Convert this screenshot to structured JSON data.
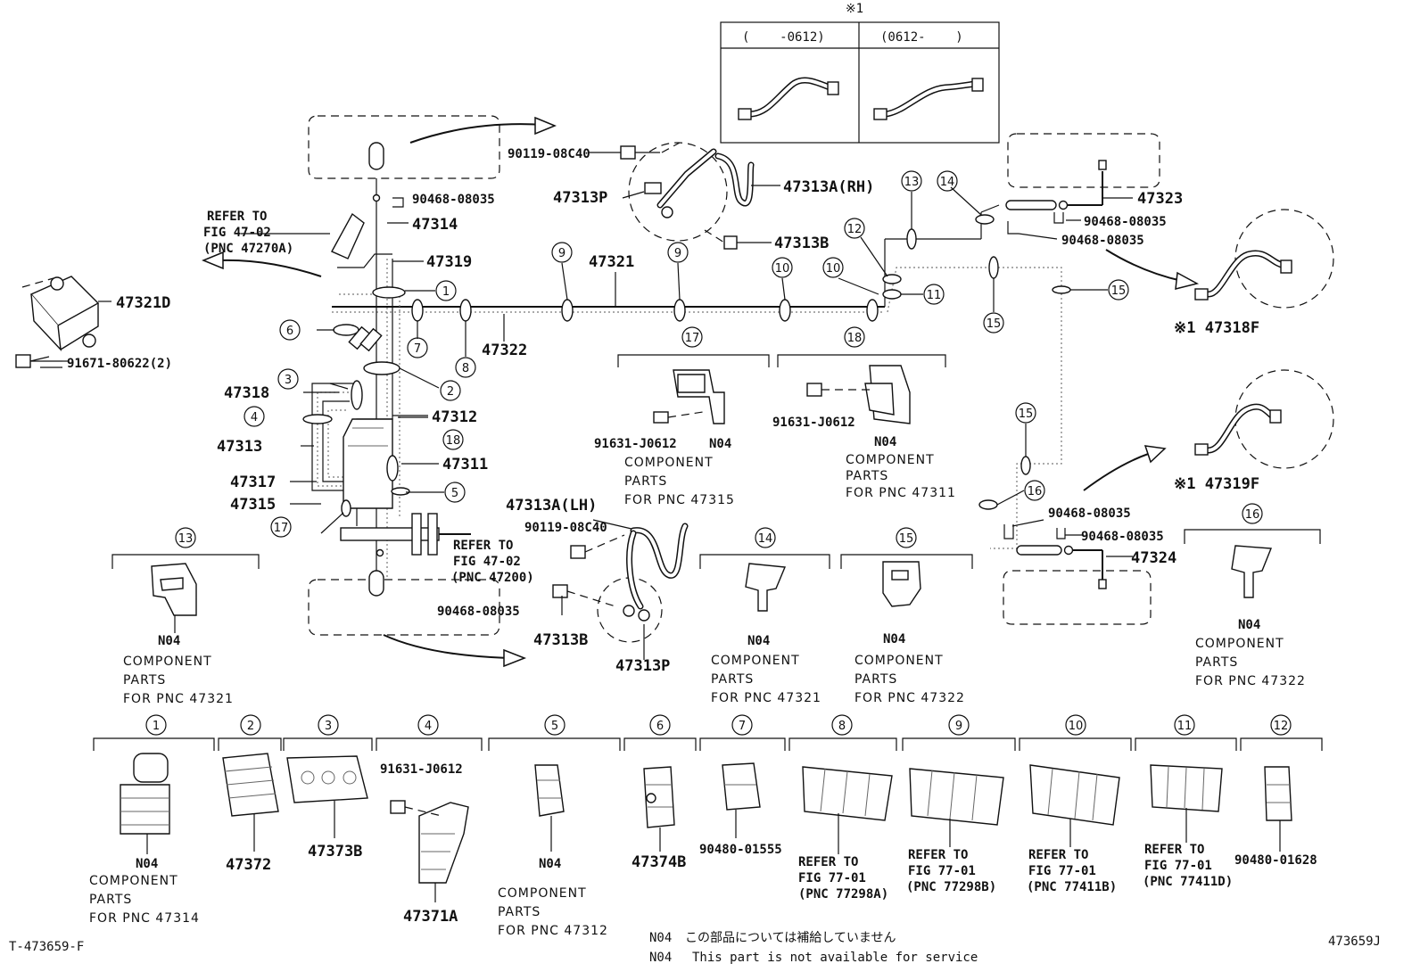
{
  "labels": {
    "p47321D": "47321D",
    "p91671": "91671-80622(2)",
    "refer1_l1": "REFER TO",
    "refer1_l2": "FIG 47-02",
    "refer1_l3": "(PNC 47270A)",
    "p90468_a": "90468-08035",
    "p47314": "47314",
    "p47319": "47319",
    "p47321": "47321",
    "p47322": "47322",
    "p47318": "47318",
    "p47312": "47312",
    "p47313": "47313",
    "p47311": "47311",
    "p47317": "47317",
    "p47315": "47315",
    "p90119_a": "90119-08C40",
    "p47313P_a": "47313P",
    "p47313A_rh": "47313A(RH)",
    "p47313B_a": "47313B",
    "p47323": "47323",
    "p90468_b": "90468-08035",
    "p90468_c": "90468-08035",
    "p47318F": "※1 47318F",
    "p47319F": "※1 47319F",
    "p47313A_lh": "47313A(LH)",
    "p90119_b": "90119-08C40",
    "refer2_l1": "REFER TO",
    "refer2_l2": "FIG 47-02",
    "refer2_l3": "(PNC 47200)",
    "p90468_d": "90468-08035",
    "p47313B_b": "47313B",
    "p47313P_b": "47313P",
    "p90468_e": "90468-08035",
    "p90468_f": "90468-08035",
    "p47324": "47324",
    "p91631_17": "91631-J0612",
    "p91631_18": "91631-J0612",
    "p91631_4": "91631-J0612",
    "inset_mark": "※1",
    "inset_left": "(    -0612)",
    "inset_right": "(0612-    )",
    "p47372": "47372",
    "p47373B": "47373B",
    "p47371A": "47371A",
    "p47374B": "47374B",
    "p90480_01555": "90480-01555",
    "p90480_01628": "90480-01628",
    "ref8_l1": "REFER TO",
    "ref8_l2": "FIG 77-01",
    "ref8_l3": "(PNC 77298A)",
    "ref9_l1": "REFER TO",
    "ref9_l2": "FIG 77-01",
    "ref9_l3": "(PNC 77298B)",
    "ref10_l1": "REFER TO",
    "ref10_l2": "FIG 77-01",
    "ref10_l3": "(PNC 77411B)",
    "ref11_l1": "REFER TO",
    "ref11_l2": "FIG 77-01",
    "ref11_l3": "(PNC 77411D)"
  },
  "components": {
    "c17": {
      "n04": "N04",
      "l1": "COMPONENT",
      "l2": "PARTS",
      "l3": "FOR PNC 47315"
    },
    "c18": {
      "n04": "N04",
      "l1": "COMPONENT",
      "l2": "PARTS",
      "l3": "FOR PNC 47311"
    },
    "c13": {
      "n04": "N04",
      "l1": "COMPONENT",
      "l2": "PARTS",
      "l3": "FOR PNC 47321"
    },
    "c14": {
      "n04": "N04",
      "l1": "COMPONENT",
      "l2": "PARTS",
      "l3": "FOR PNC 47321"
    },
    "c15": {
      "n04": "N04",
      "l1": "COMPONENT",
      "l2": "PARTS",
      "l3": "FOR PNC 47322"
    },
    "c16": {
      "n04": "N04",
      "l1": "COMPONENT",
      "l2": "PARTS",
      "l3": "FOR PNC 47322"
    },
    "c1": {
      "n04": "N04",
      "l1": "COMPONENT",
      "l2": "PARTS",
      "l3": "FOR PNC 47314"
    },
    "c5": {
      "n04": "N04",
      "l1": "COMPONENT",
      "l2": "PARTS",
      "l3": "FOR PNC 47312"
    }
  },
  "circled": {
    "n1": "1",
    "n2": "2",
    "n3": "3",
    "n4": "4",
    "n5": "5",
    "n6": "6",
    "n7": "7",
    "n8": "8",
    "n9": "9",
    "n10": "10",
    "n11": "11",
    "n12": "12",
    "n13": "13",
    "n14": "14",
    "n15": "15",
    "n16": "16",
    "n17": "17",
    "n18": "18"
  },
  "footer": {
    "code_left": "T-473659-F",
    "code_right": "473659J",
    "note_jp_code": "N04",
    "note_jp": "この部品については補給していません",
    "note_en_code": "N04",
    "note_en": "This part is not available for service"
  }
}
